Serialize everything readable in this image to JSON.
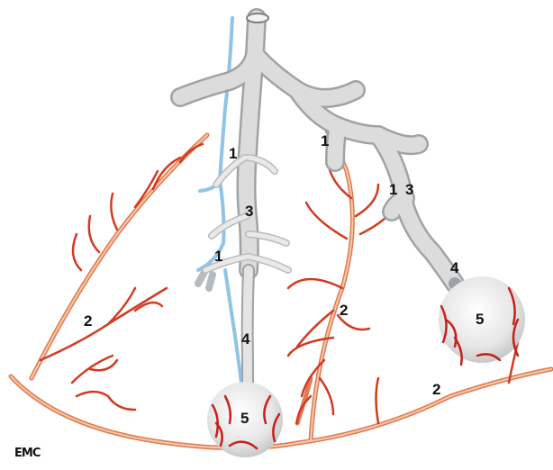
{
  "labels": {
    "l1a": "1",
    "l1b": "1",
    "l1c": "1",
    "l1d": "1",
    "l2a": "2",
    "l2b": "2",
    "l2c": "2",
    "l3a": "3",
    "l3b": "3",
    "l4a": "4",
    "l4b": "4",
    "l5a": "5",
    "l5b": "5"
  },
  "logo": "EMC",
  "colors": {
    "airway_fill": "#dcdcdc",
    "airway_edge": "#9fa3a6",
    "lymphatic": "#8fc4e8",
    "artery_outer": "#e07a52",
    "artery_inner": "#f6c9a8",
    "capillary": "#c8201b",
    "alveolus": "#e9e9e9"
  }
}
